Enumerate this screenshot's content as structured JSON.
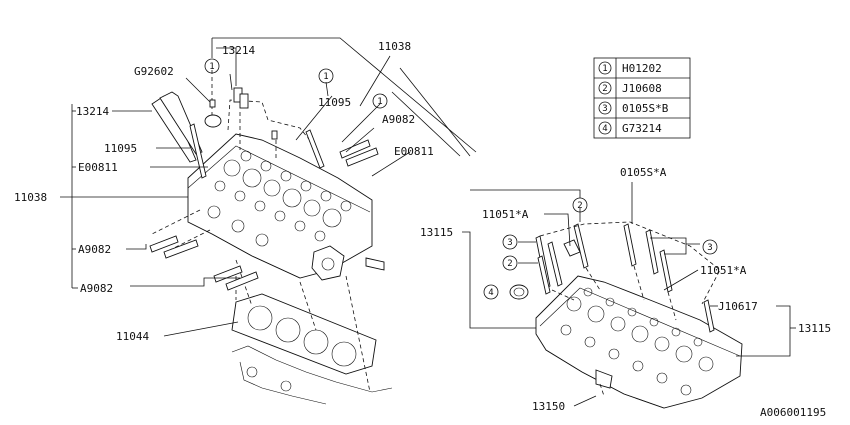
{
  "legend": [
    {
      "num": "1",
      "code": "H01202"
    },
    {
      "num": "2",
      "code": "J10608"
    },
    {
      "num": "3",
      "code": "0105S*B"
    },
    {
      "num": "4",
      "code": "G73214"
    }
  ],
  "left_labels": {
    "l13214_top": "13214",
    "l11038_top": "11038",
    "lG92602": "G92602",
    "l13214_left": "13214",
    "l11095_mid": "11095",
    "lA9082_right": "A9082",
    "l11095_left": "11095",
    "lE00811_right": "E00811",
    "lE00811_left": "E00811",
    "l11038_left": "11038",
    "lA9082_left1": "A9082",
    "lA9082_left2": "A9082",
    "l11044": "11044"
  },
  "right_labels": {
    "l0105SA": "0105S*A",
    "l11051A_top": "11051*A",
    "l13115_left": "13115",
    "l11051A_right": "11051*A",
    "lJ10617": "J10617",
    "l13115_right": "13115",
    "l13150": "13150"
  },
  "callouts": {
    "c1a": "1",
    "c1b": "1",
    "c1c": "1",
    "c2a": "2",
    "c2b": "2",
    "c3a": "3",
    "c3b": "3",
    "c4": "4"
  },
  "footer": {
    "code": "A006001195"
  }
}
